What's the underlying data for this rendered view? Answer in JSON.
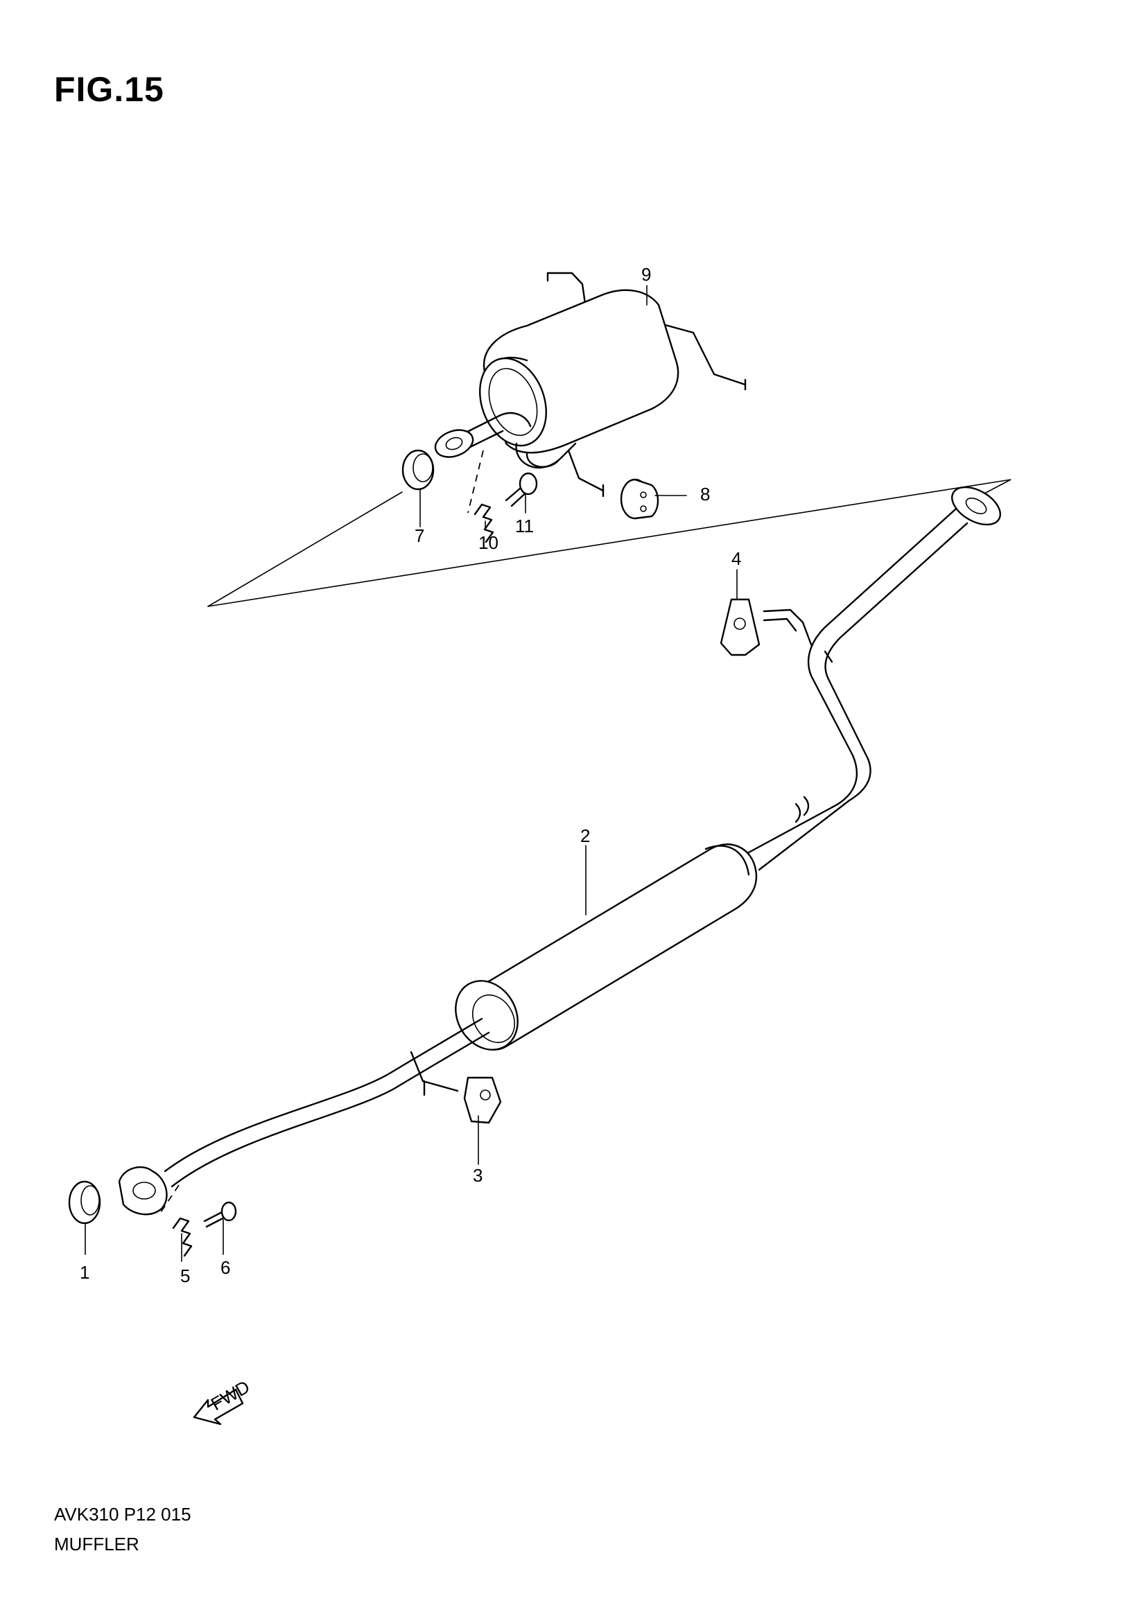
{
  "figure": {
    "title": "FIG.15",
    "code": "AVK310 P12 015",
    "name": "MUFFLER"
  },
  "parts": [
    {
      "ref": "1"
    },
    {
      "ref": "2"
    },
    {
      "ref": "3"
    },
    {
      "ref": "4"
    },
    {
      "ref": "5"
    },
    {
      "ref": "6"
    },
    {
      "ref": "7"
    },
    {
      "ref": "8"
    },
    {
      "ref": "9"
    },
    {
      "ref": "10"
    },
    {
      "ref": "11"
    }
  ],
  "direction_arrow": {
    "label": "FWD"
  }
}
